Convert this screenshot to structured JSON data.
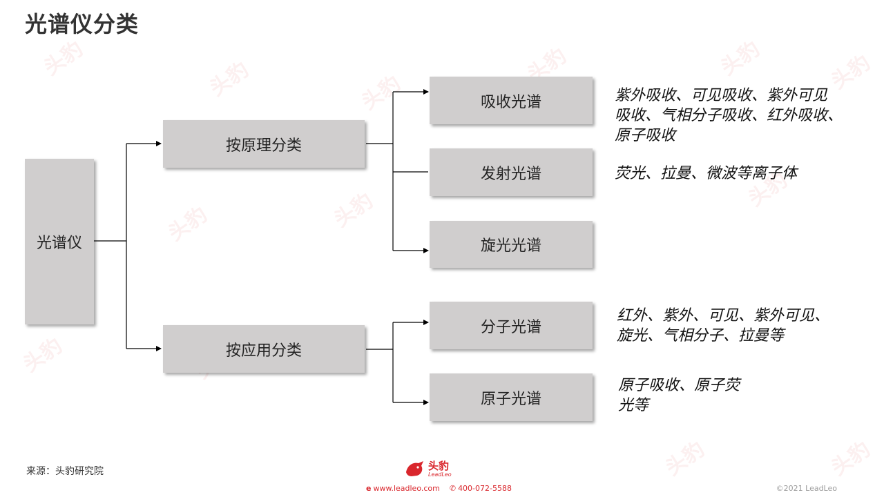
{
  "title": "光谱仪分类",
  "root": {
    "label": "光谱仪"
  },
  "categories": [
    {
      "label": "按原理分类"
    },
    {
      "label": "按应用分类"
    }
  ],
  "principle_types": [
    {
      "label": "吸收光谱",
      "desc_lines": [
        "紫外吸收、可见吸收、紫外可见",
        "吸收、气相分子吸收、红外吸收、",
        "原子吸收"
      ]
    },
    {
      "label": "发射光谱",
      "desc_lines": [
        "荧光、拉曼、微波等离子体"
      ]
    },
    {
      "label": "旋光光谱",
      "desc_lines": []
    }
  ],
  "application_types": [
    {
      "label": "分子光谱",
      "desc_lines": [
        "红外、紫外、可见、紫外可见、",
        "旋光、气相分子、拉曼等"
      ]
    },
    {
      "label": "原子光谱",
      "desc_lines": [
        "原子吸收、原子荧",
        "光等"
      ]
    }
  ],
  "footer": {
    "source": "来源：头豹研究院",
    "logo_text": "头豹",
    "logo_sub": "LeadLeo",
    "website": "www.leadleo.com",
    "phone": "400-072-5588",
    "copyright": "©2021 LeadLeo"
  },
  "watermark_text": "头豹",
  "colors": {
    "box_fill": "#d0cece",
    "brand_red": "#d9262c",
    "line": "#000000"
  }
}
